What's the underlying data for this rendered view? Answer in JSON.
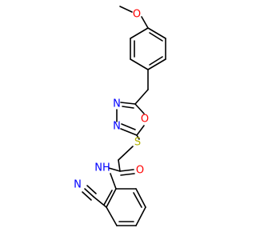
{
  "colors": {
    "bond": "#000000",
    "oxygen": "#ff0000",
    "nitrogen": "#0000ff",
    "sulfur": "#b2b200",
    "background": "#ffffff"
  },
  "atoms": {
    "methoxy_o": "O",
    "ring_o": "O",
    "ring_n1": "N",
    "ring_n2": "N",
    "sulfur": "S",
    "carbonyl_o": "O",
    "amide_nh": "NH",
    "nitrile_n": "N"
  }
}
